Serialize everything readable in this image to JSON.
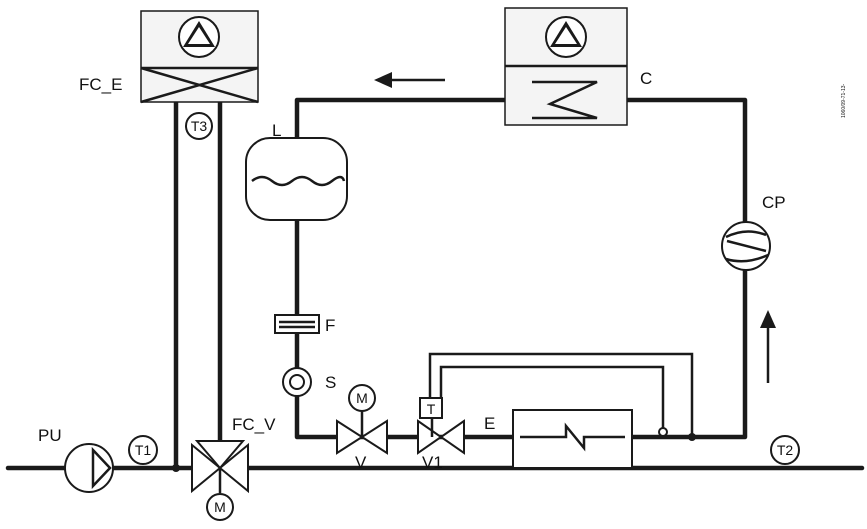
{
  "labels": {
    "fc_e": "FC_E",
    "t3": "T3",
    "l": "L",
    "c": "C",
    "cp": "CP",
    "f": "F",
    "s": "S",
    "fc_v": "FC_V",
    "pu": "PU",
    "t1": "T1",
    "t2": "T2",
    "e": "E",
    "v": "V",
    "v1": "V1",
    "m_top": "M",
    "m_bottom": "M",
    "t_sensor": "T"
  },
  "side_code": "1060/09-71-13-"
}
